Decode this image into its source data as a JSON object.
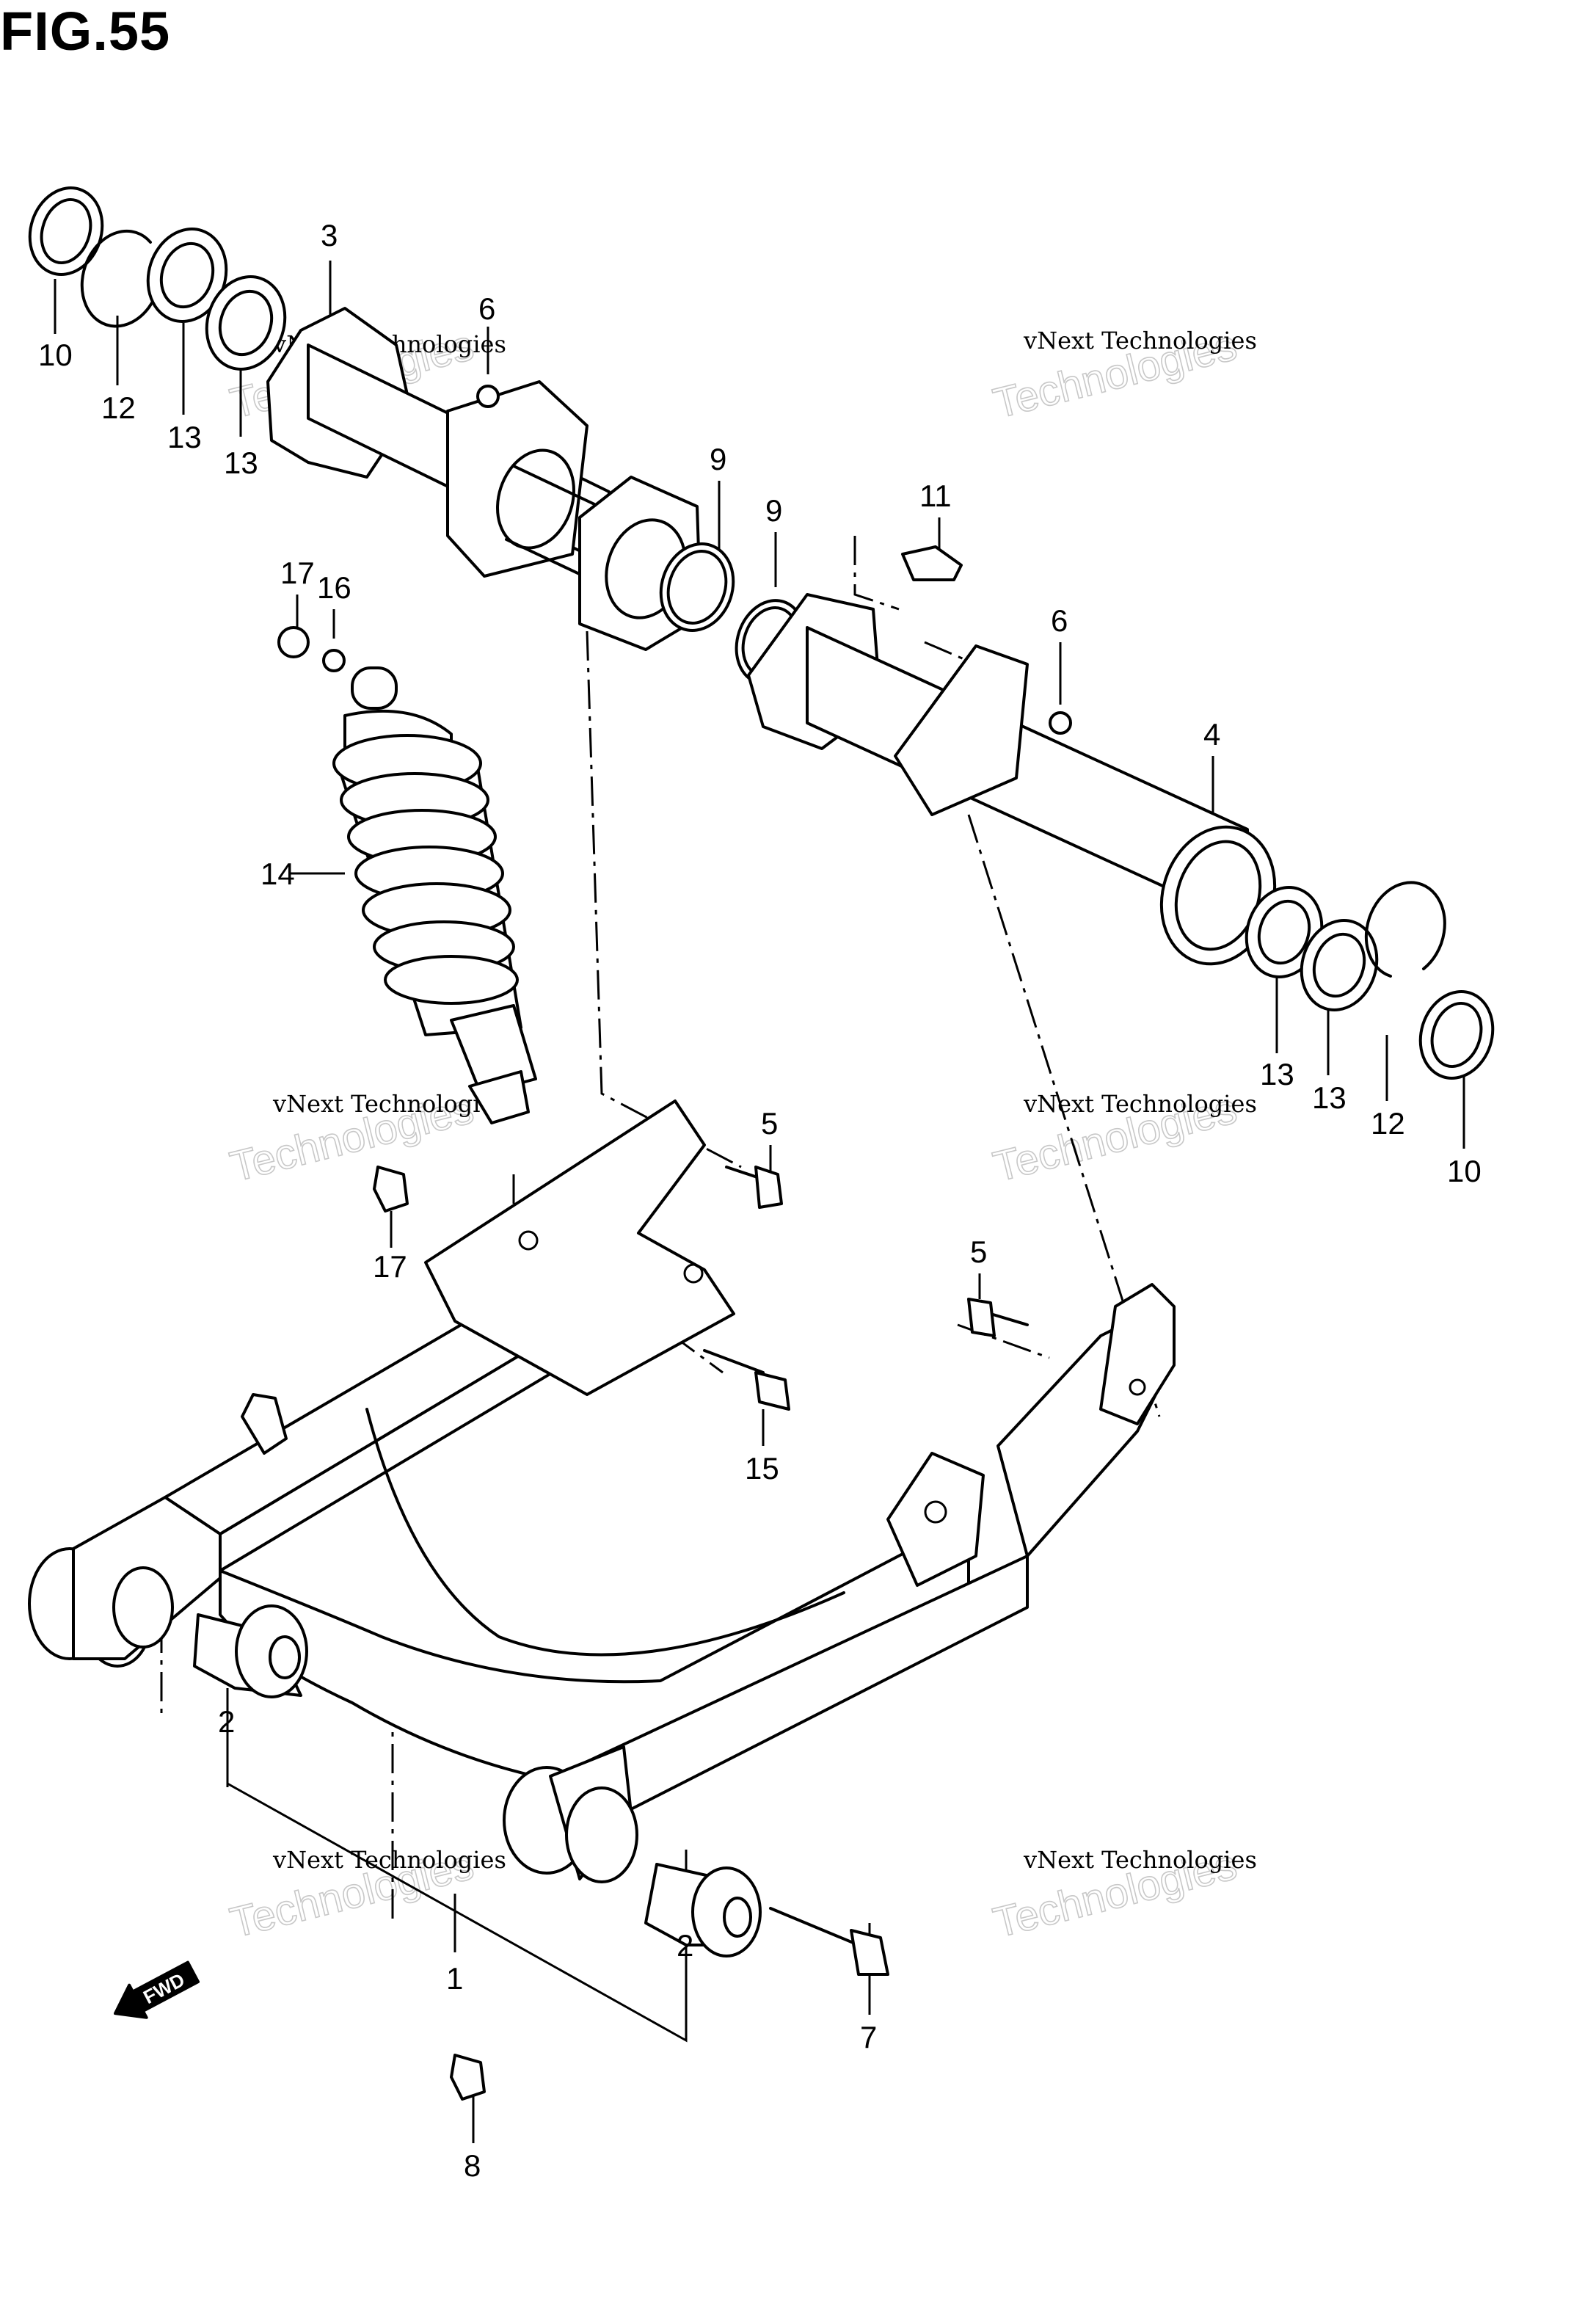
{
  "figure": {
    "title": "FIG.55"
  },
  "callouts": [
    "10",
    "12",
    "13",
    "13",
    "3",
    "6",
    "9",
    "9",
    "11",
    "6",
    "4",
    "17",
    "16",
    "14",
    "13",
    "13",
    "12",
    "10",
    "5",
    "17",
    "5",
    "15",
    "2",
    "1",
    "2",
    "7",
    "8"
  ],
  "watermark": {
    "line1": "vNext Technologies",
    "line2": "Technologies"
  },
  "fwd_label": "FWD"
}
